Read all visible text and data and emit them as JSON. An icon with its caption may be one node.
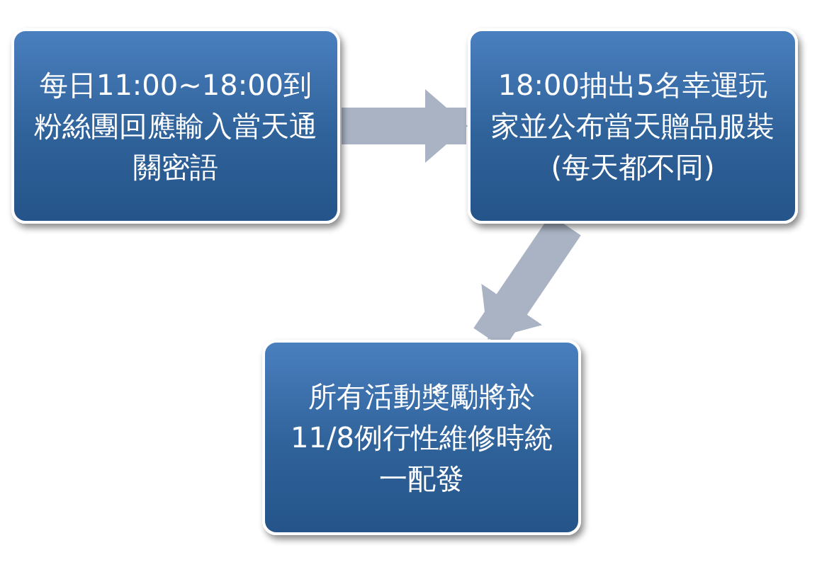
{
  "diagram": {
    "nodes": [
      {
        "text": [
          "每日11:00~18:00到粉絲團回應輸入當天通關密語"
        ]
      },
      {
        "text": [
          "18:00抽出5名幸運玩家並公布當天贈品服裝(每天都不同)"
        ]
      },
      {
        "text": [
          "所有活動獎勵將於11/8例行性維修時統一配發"
        ]
      }
    ],
    "edges": [
      {
        "from": 0,
        "to": 1,
        "arrow": "to"
      },
      {
        "from": 1,
        "to": 2,
        "arrow": "to"
      }
    ]
  }
}
